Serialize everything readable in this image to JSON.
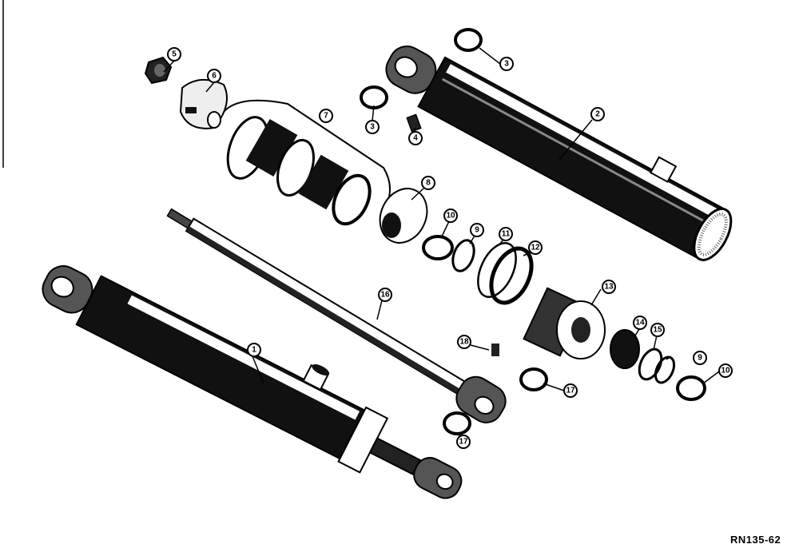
{
  "figure": {
    "reference_code": "RN135-62",
    "callouts": {
      "c1": "1",
      "c2": "2",
      "c3a": "3",
      "c3b": "3",
      "c4": "4",
      "c5": "5",
      "c6": "6",
      "c7": "7",
      "c8": "8",
      "c9a": "9",
      "c9b": "9",
      "c10a": "10",
      "c10b": "10",
      "c11": "11",
      "c12": "12",
      "c13": "13",
      "c14": "14",
      "c15": "15",
      "c16": "16",
      "c17a": "17",
      "c17b": "17",
      "c18": "18"
    }
  }
}
